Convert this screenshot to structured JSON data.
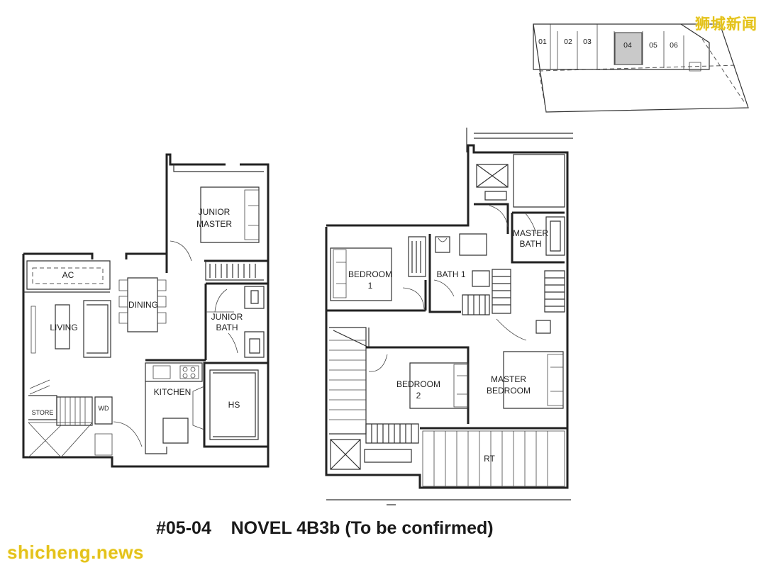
{
  "title": "#05-04    NOVEL 4B3b (To be confirmed)",
  "watermarks": {
    "top_right": "狮城新闻",
    "bottom_left": "shicheng.news"
  },
  "key_plan": {
    "units": [
      "01",
      "02",
      "03",
      "04",
      "05",
      "06"
    ],
    "highlighted_unit": "04",
    "highlight_color": "#c9c9c9"
  },
  "lower_level": {
    "rooms": {
      "junior_master": [
        "JUNIOR",
        "MASTER"
      ],
      "ac": "AC",
      "dining": "DINING",
      "living": "LIVING",
      "junior_bath": [
        "JUNIOR",
        "BATH"
      ],
      "kitchen": "KITCHEN",
      "hs": "HS",
      "store": "STORE",
      "wd": "WD"
    }
  },
  "upper_level": {
    "rooms": {
      "bedroom_1": [
        "BEDROOM",
        "1"
      ],
      "bath_1": "BATH 1",
      "master_bath": [
        "MASTER",
        "BATH"
      ],
      "bedroom_2": [
        "BEDROOM",
        "2"
      ],
      "master_bedroom": [
        "MASTER",
        "BEDROOM"
      ],
      "rt": "RT"
    }
  },
  "colors": {
    "line": "#222222",
    "watermark": "#e4c21a"
  }
}
